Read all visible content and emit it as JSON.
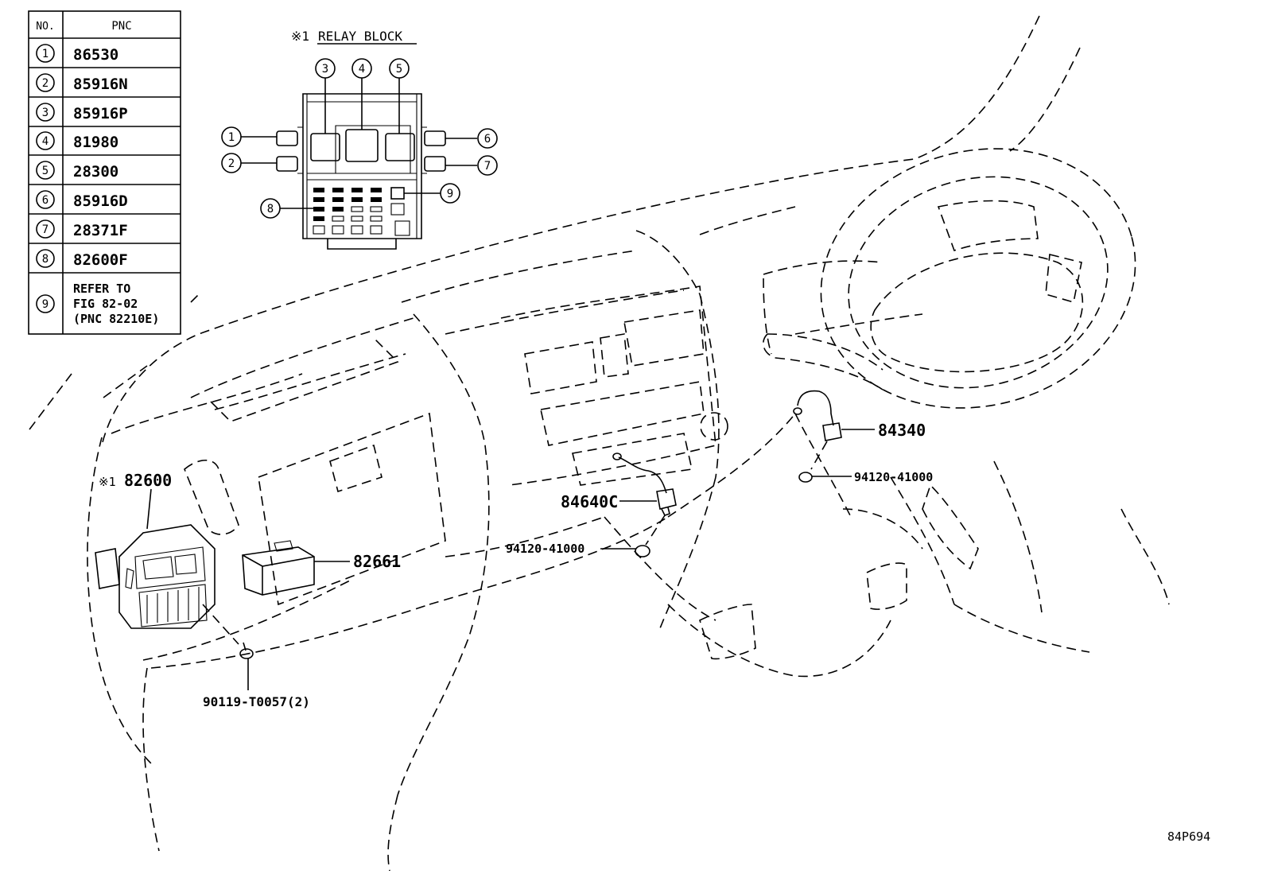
{
  "table": {
    "headers": {
      "no": "NO.",
      "pnc": "PNC"
    },
    "rows": [
      {
        "no": "1",
        "pnc": "86530"
      },
      {
        "no": "2",
        "pnc": "85916N"
      },
      {
        "no": "3",
        "pnc": "85916P"
      },
      {
        "no": "4",
        "pnc": "81980"
      },
      {
        "no": "5",
        "pnc": "28300"
      },
      {
        "no": "6",
        "pnc": "85916D"
      },
      {
        "no": "7",
        "pnc": "28371F"
      },
      {
        "no": "8",
        "pnc": "82600F"
      },
      {
        "no": "9",
        "pnc": "REFER TO",
        "pnc_line2": "FIG 82-02",
        "pnc_line3": "(PNC 82210E)"
      }
    ]
  },
  "relay_block": {
    "mark": "※1",
    "title": "RELAY BLOCK",
    "callouts": [
      "1",
      "2",
      "3",
      "4",
      "5",
      "6",
      "7",
      "8",
      "9"
    ]
  },
  "labels": {
    "relay_block_mark": "※1",
    "part_82600": "82600",
    "part_82661": "82661",
    "part_84640c": "84640C",
    "part_84340": "84340",
    "nut_center": "94120-41000",
    "nut_right": "94120-41000",
    "bolt": "90119-T0057(2)",
    "figure_code": "84P694"
  }
}
